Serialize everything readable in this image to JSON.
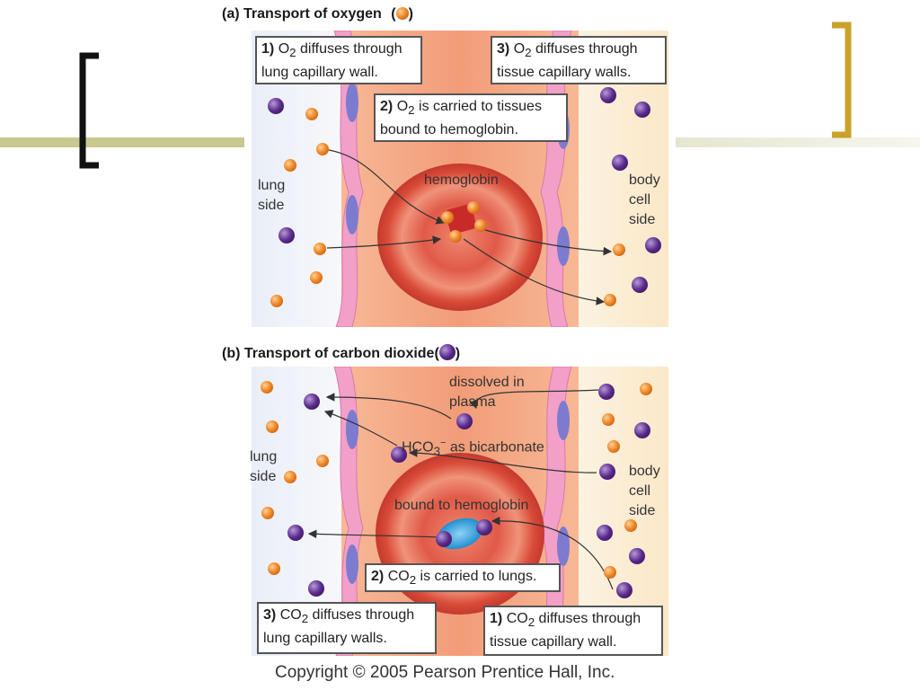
{
  "colors": {
    "o2": "#f08a2a",
    "co2": "#5a2a8c",
    "plasma": "#f2a07c",
    "bracket_left": "#111111",
    "bracket_right": "#c9a227"
  },
  "panel_a": {
    "title": "(a) Transport of oxygen",
    "title_close": ")",
    "paren_open": "(",
    "step1_num": "1)",
    "step1_line1": "O",
    "step1_sub": "2",
    "step1_line1_rest": " diffuses through",
    "step1_line2": "lung capillary wall.",
    "step2_num": "2)",
    "step2_line1": "O",
    "step2_sub": "2",
    "step2_line1_rest": " is carried to tissues",
    "step2_line2": "bound to hemoglobin.",
    "step3_num": "3)",
    "step3_line1": "O",
    "step3_sub": "2",
    "step3_line1_rest": " diffuses through",
    "step3_line2": "tissue capillary walls.",
    "hemoglobin": "hemoglobin",
    "lung1": "lung",
    "lung2": "side",
    "body1": "body",
    "body2": "cell",
    "body3": "side"
  },
  "panel_b": {
    "title": "(b) Transport of carbon dioxide",
    "paren_open": "(",
    "title_close": ")",
    "dissolved1": "dissolved in",
    "dissolved2": "plasma",
    "hco3": "HCO",
    "hco3_sub": "3",
    "hco3_sup": "−",
    "hco3_rest": " as bicarbonate",
    "bound": "bound to hemoglobin",
    "step2_num": "2)",
    "step2_a": "CO",
    "step2_sub": "2",
    "step2_rest": " is carried to lungs.",
    "step3_num": "3)",
    "step3_a": "CO",
    "step3_sub": "2",
    "step3_rest": " diffuses through",
    "step3_line2": "lung capillary walls.",
    "step1_num": "1)",
    "step1_a": "CO",
    "step1_sub": "2",
    "step1_rest": " diffuses through",
    "step1_line2": "tissue capillary wall.",
    "lung1": "lung",
    "lung2": "side",
    "body1": "body",
    "body2": "cell",
    "body3": "side"
  },
  "copyright": "Copyright © 2005 Pearson Prentice Hall, Inc."
}
